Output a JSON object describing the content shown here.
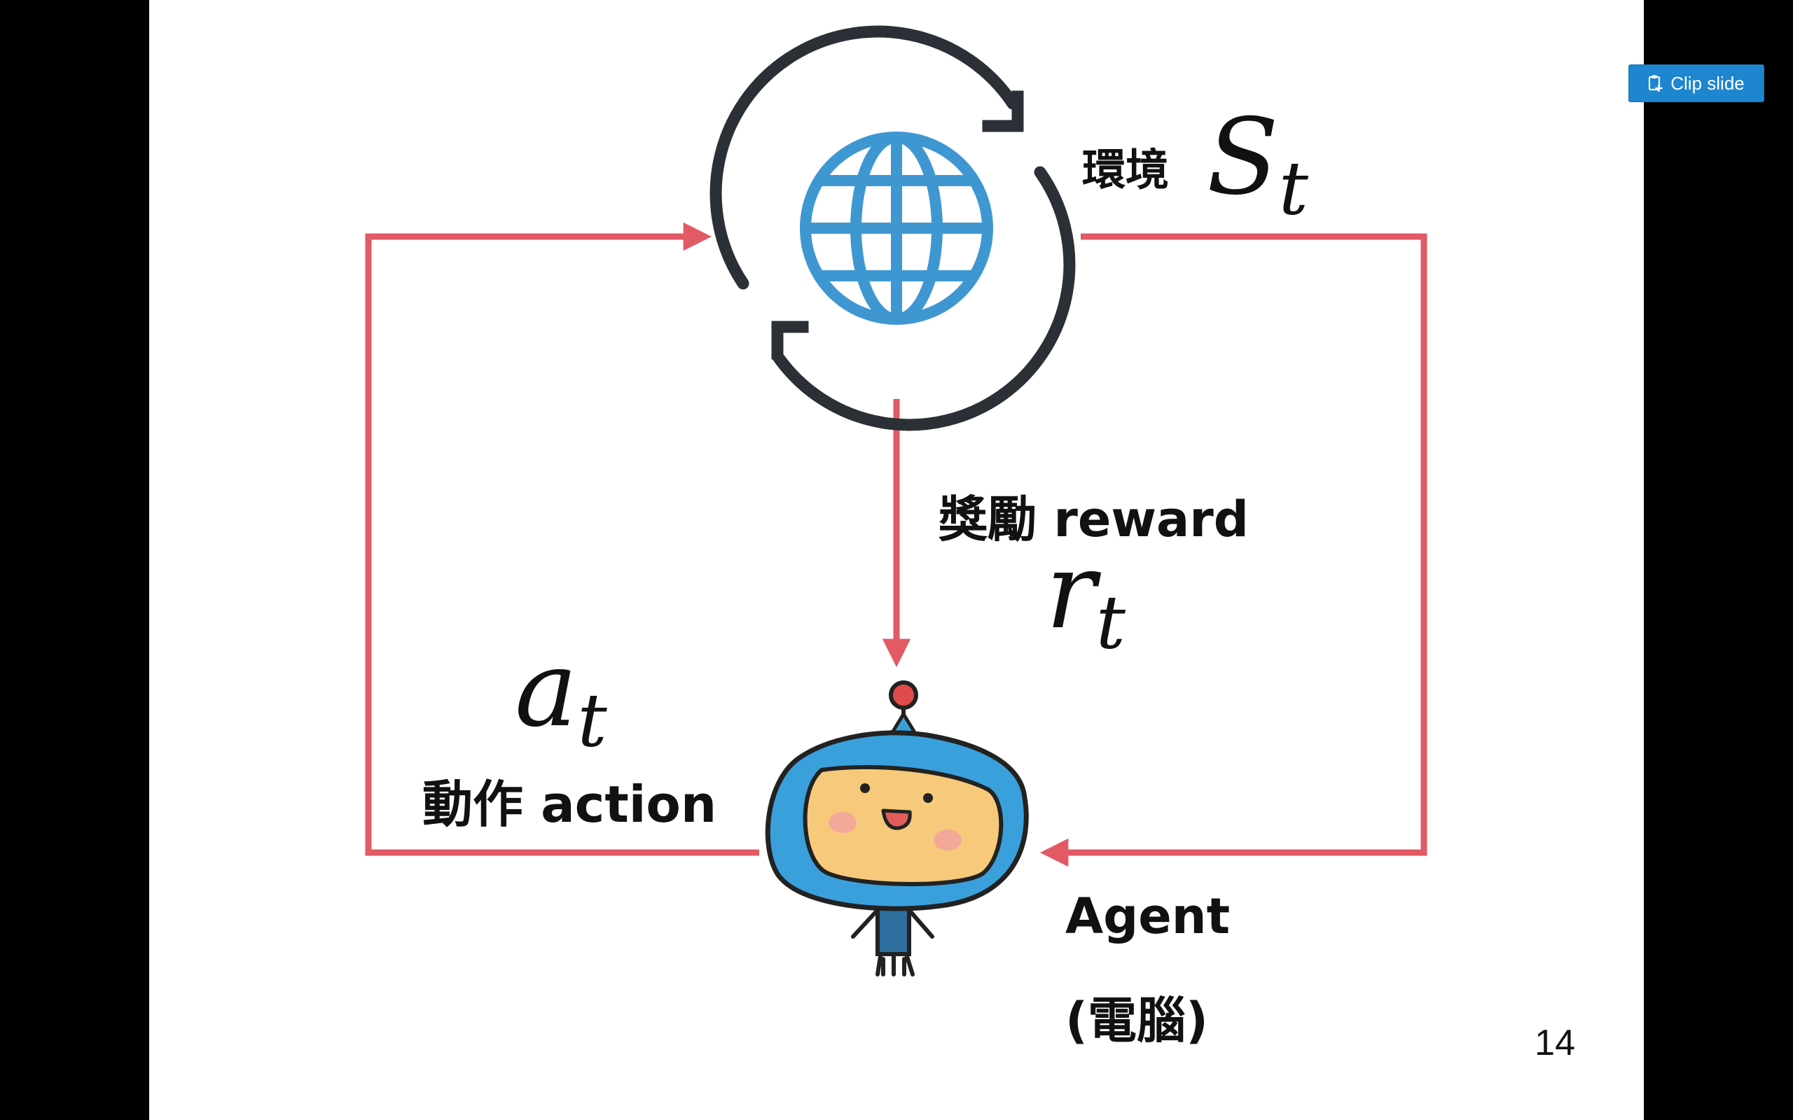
{
  "clip_button": {
    "label": "Clip slide",
    "icon": "clipboard-plus-icon"
  },
  "slide": {
    "page_number": "14",
    "environment": {
      "label": "環境",
      "math_base": "S",
      "math_sub": "t",
      "icon": "globe-refresh-icon"
    },
    "reward": {
      "label": "獎勵 reward",
      "math_base": "r",
      "math_sub": "t"
    },
    "action": {
      "label": "動作 action",
      "math_base": "a",
      "math_sub": "t"
    },
    "agent": {
      "label": "Agent",
      "sub_label": "(電腦)",
      "icon": "robot-icon"
    }
  },
  "colors": {
    "arrow": "#e15a64",
    "globe": "#3f97d2",
    "cycle_arrows": "#2b2f36",
    "robot_frame": "#3aa0dc",
    "robot_face": "#f7c97a",
    "button": "#1e85cf"
  }
}
